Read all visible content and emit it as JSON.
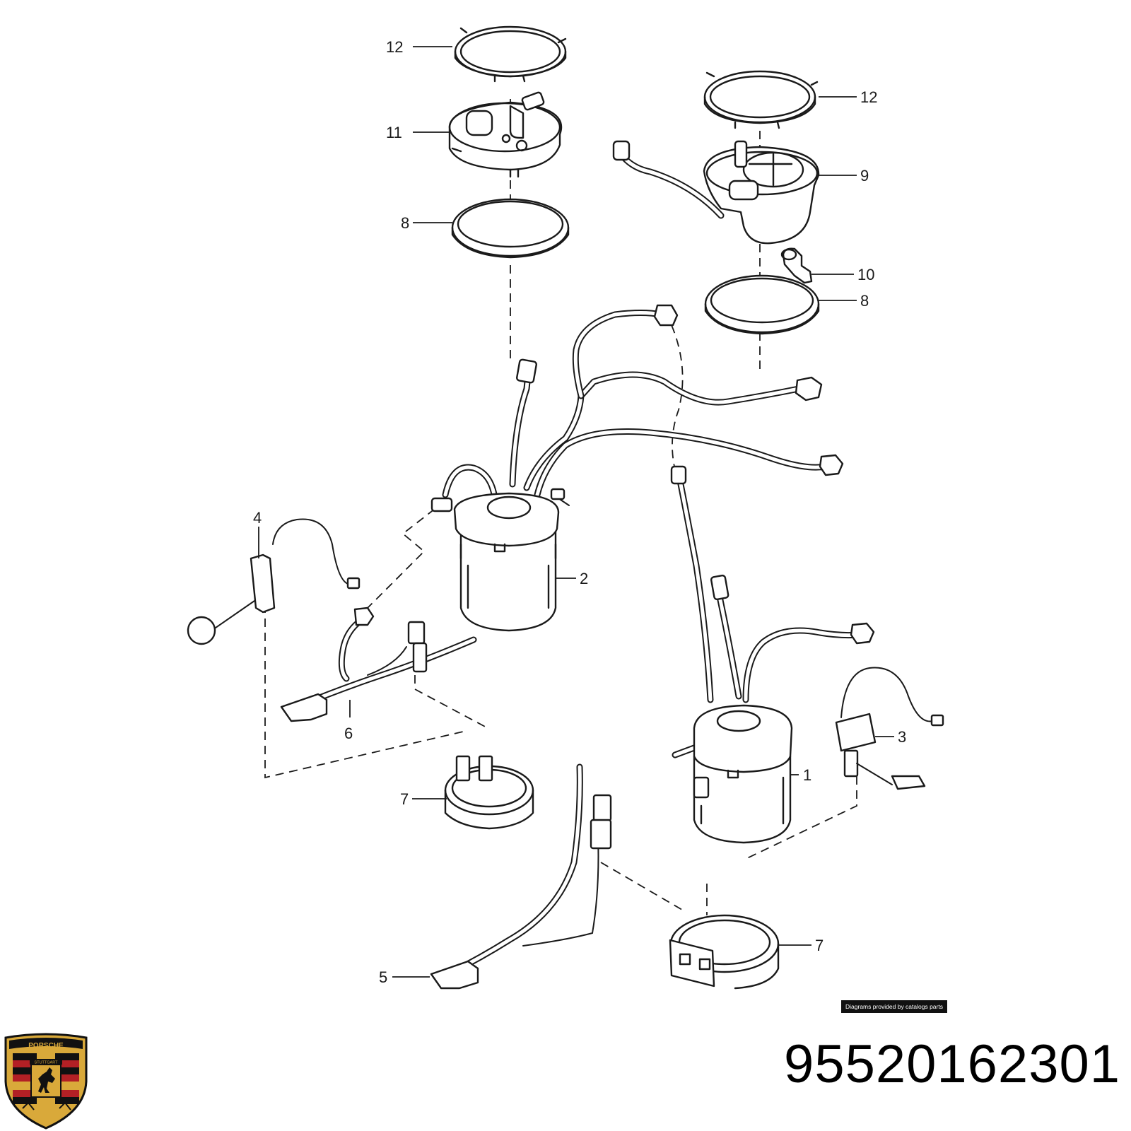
{
  "callouts": [
    {
      "id": "c12a",
      "text": "12"
    },
    {
      "id": "c11",
      "text": "11"
    },
    {
      "id": "c8a",
      "text": "8"
    },
    {
      "id": "c12b",
      "text": "12"
    },
    {
      "id": "c9",
      "text": "9"
    },
    {
      "id": "c10",
      "text": "10"
    },
    {
      "id": "c8b",
      "text": "8"
    },
    {
      "id": "c4",
      "text": "4"
    },
    {
      "id": "c2",
      "text": "2"
    },
    {
      "id": "c6",
      "text": "6"
    },
    {
      "id": "c7a",
      "text": "7"
    },
    {
      "id": "c1",
      "text": "1"
    },
    {
      "id": "c3",
      "text": "3"
    },
    {
      "id": "c7b",
      "text": "7"
    },
    {
      "id": "c5",
      "text": "5"
    }
  ],
  "watermark": "Diagrams provided by catalogs parts",
  "part_number": "95520162301",
  "logo": {
    "name": "porsche-crest",
    "top_text": "PORSCHE",
    "city_text": "STUTTGART",
    "colors": {
      "gold": "#d9a93a",
      "red": "#b32025",
      "black": "#111111"
    }
  }
}
